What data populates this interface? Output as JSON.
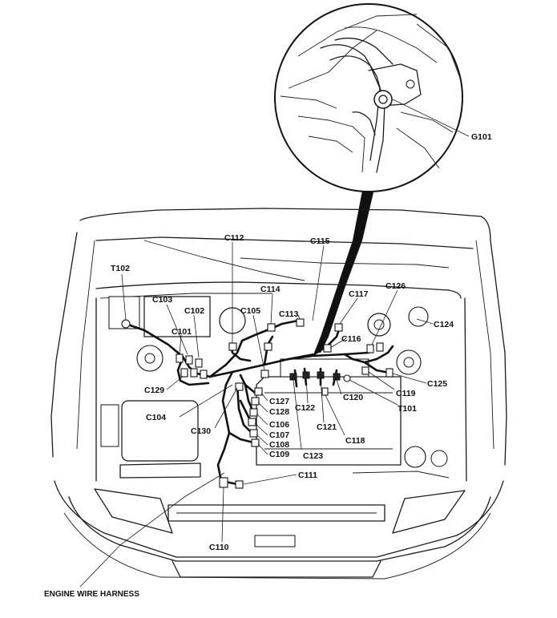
{
  "diagram": {
    "ground_label": "G101",
    "caption": "ENGINE WIRE HARNESS",
    "labels": {
      "T102": "T102",
      "C112": "C112",
      "C115": "C115",
      "C103": "C103",
      "C102": "C102",
      "C101": "C101",
      "C105": "C105",
      "C114": "C114",
      "C113": "C113",
      "C117": "C117",
      "C126": "C126",
      "C124": "C124",
      "C116": "C116",
      "C129": "C129",
      "C104": "C104",
      "C130": "C130",
      "C127": "C127",
      "C128": "C128",
      "C106": "C106",
      "C107": "C107",
      "C108": "C108",
      "C109": "C109",
      "C123": "C123",
      "C122": "C122",
      "C121": "C121",
      "C118": "C118",
      "C120": "C120",
      "C119": "C119",
      "C125": "C125",
      "T101": "T101",
      "C111": "C111",
      "C110": "C110"
    }
  }
}
